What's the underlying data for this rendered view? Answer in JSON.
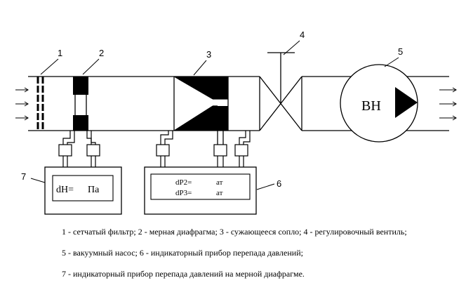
{
  "labels": {
    "n1": "1",
    "n2": "2",
    "n3": "3",
    "n4": "4",
    "n5": "5",
    "n6": "6",
    "n7": "7"
  },
  "pump": {
    "text": "ВН"
  },
  "meter7": {
    "text1": "dH=",
    "text2": "Па"
  },
  "meter6": {
    "line1_label": "dP2=",
    "line1_unit": "ат",
    "line2_label": "dP3=",
    "line2_unit": "ат"
  },
  "legend": {
    "line1": "1 - сетчатый фильтр; 2 - мерная диафрагма; 3 - сужающееся сопло; 4 - регулировочный вентиль;",
    "line2": "5 - вакуумный насос; 6 - индикаторный прибор перепада давлений;",
    "line3": "7 - индикаторный прибор перепада давлений на мерной диафрагме."
  }
}
